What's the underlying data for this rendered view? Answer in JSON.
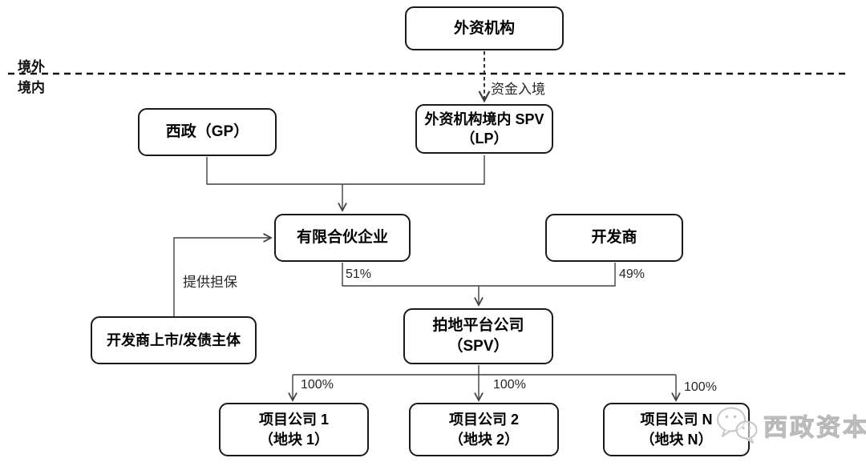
{
  "diagram": {
    "title_hint": "境外资金入境拍地交易架构图",
    "regions": {
      "offshore": "境外",
      "onshore": "境内"
    },
    "nodes": {
      "foreign_institution": {
        "lines": [
          "外资机构"
        ]
      },
      "spv_lp": {
        "lines": [
          "外资机构境内 SPV",
          "（LP）"
        ]
      },
      "xizheng_gp": {
        "lines": [
          "西政（GP）"
        ]
      },
      "limited_partnership": {
        "lines": [
          "有限合伙企业"
        ]
      },
      "developer": {
        "lines": [
          "开发商"
        ]
      },
      "land_platform": {
        "lines": [
          "拍地平台公司",
          "（SPV）"
        ]
      },
      "developer_guarantor": {
        "lines": [
          "开发商上市/发债主体"
        ]
      },
      "project_company_1": {
        "lines": [
          "项目公司 1",
          "（地块 1）"
        ]
      },
      "project_company_2": {
        "lines": [
          "项目公司 2",
          "（地块 2）"
        ]
      },
      "project_company_n": {
        "lines": [
          "项目公司 N",
          "（地块 N）"
        ]
      }
    },
    "edge_labels": {
      "capital_entry": "资金入境",
      "guarantee": "提供担保",
      "lp_share": "51%",
      "developer_share": "49%",
      "project1_share": "100%",
      "project2_share": "100%",
      "projectn_share": "100%"
    },
    "watermark": {
      "icon": "wechat-logo-icon",
      "brand": "西政资本"
    },
    "colors": {
      "box_border": "#1a1a1a",
      "connector": "#404040",
      "boundary_line": "#111111",
      "watermark_gray": "#c6c6c6",
      "text": "#000000"
    }
  }
}
